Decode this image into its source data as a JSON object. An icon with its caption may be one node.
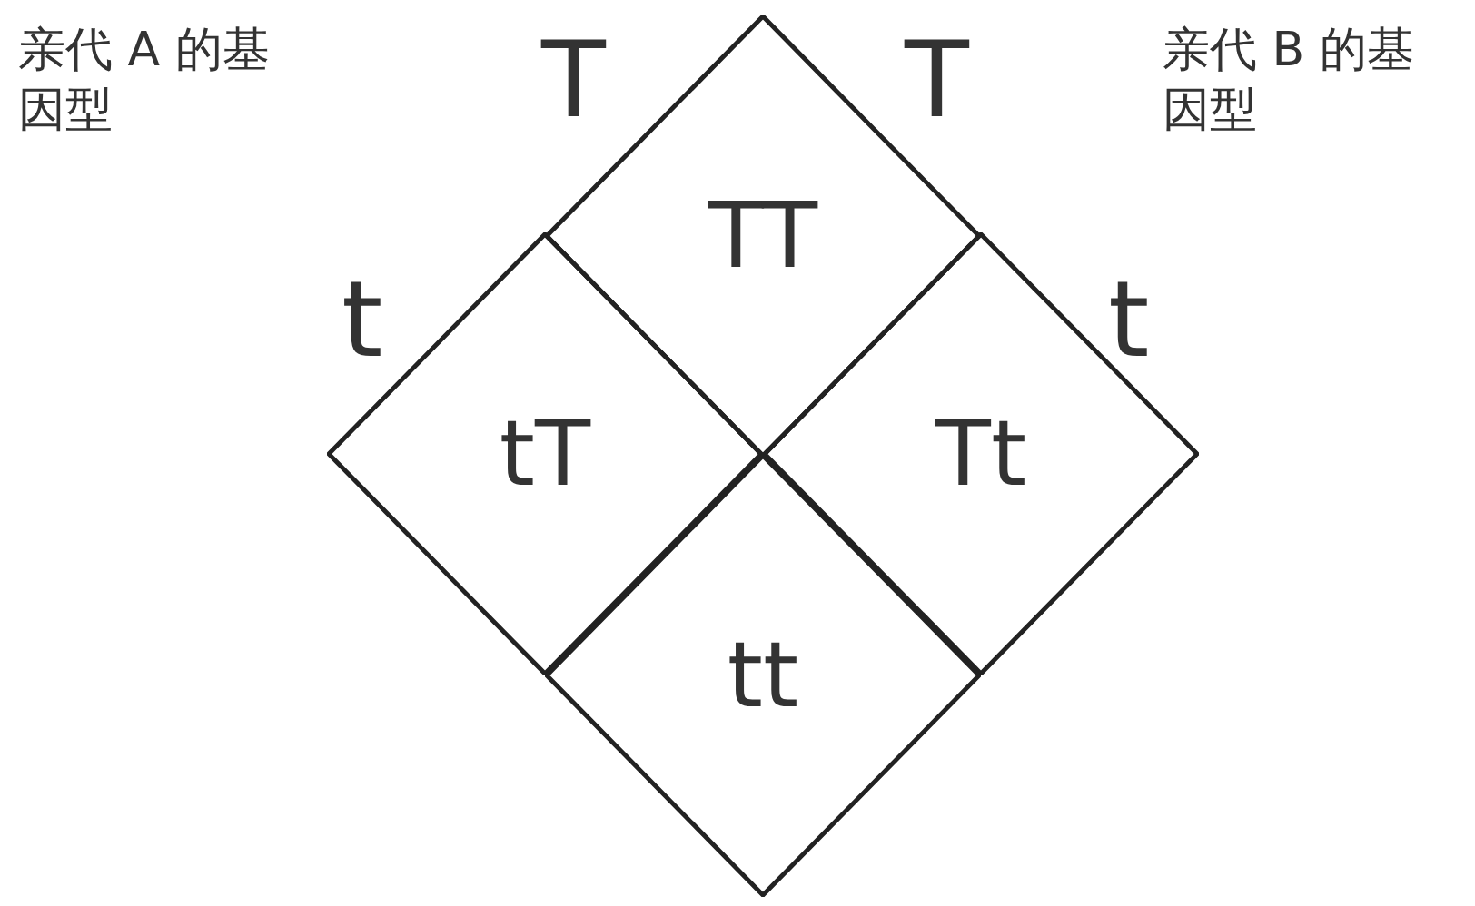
{
  "diagram": {
    "nodes": [
      {
        "text": [
          "TT"
        ]
      },
      {
        "text": [
          "tT"
        ]
      },
      {
        "text": [
          "Tt"
        ]
      },
      {
        "text": [
          "tt"
        ]
      }
    ],
    "edges": [],
    "labels": [
      "亲代 A 的基因型",
      "T",
      "T",
      "亲代 B 的基因型",
      "t",
      "t"
    ]
  }
}
